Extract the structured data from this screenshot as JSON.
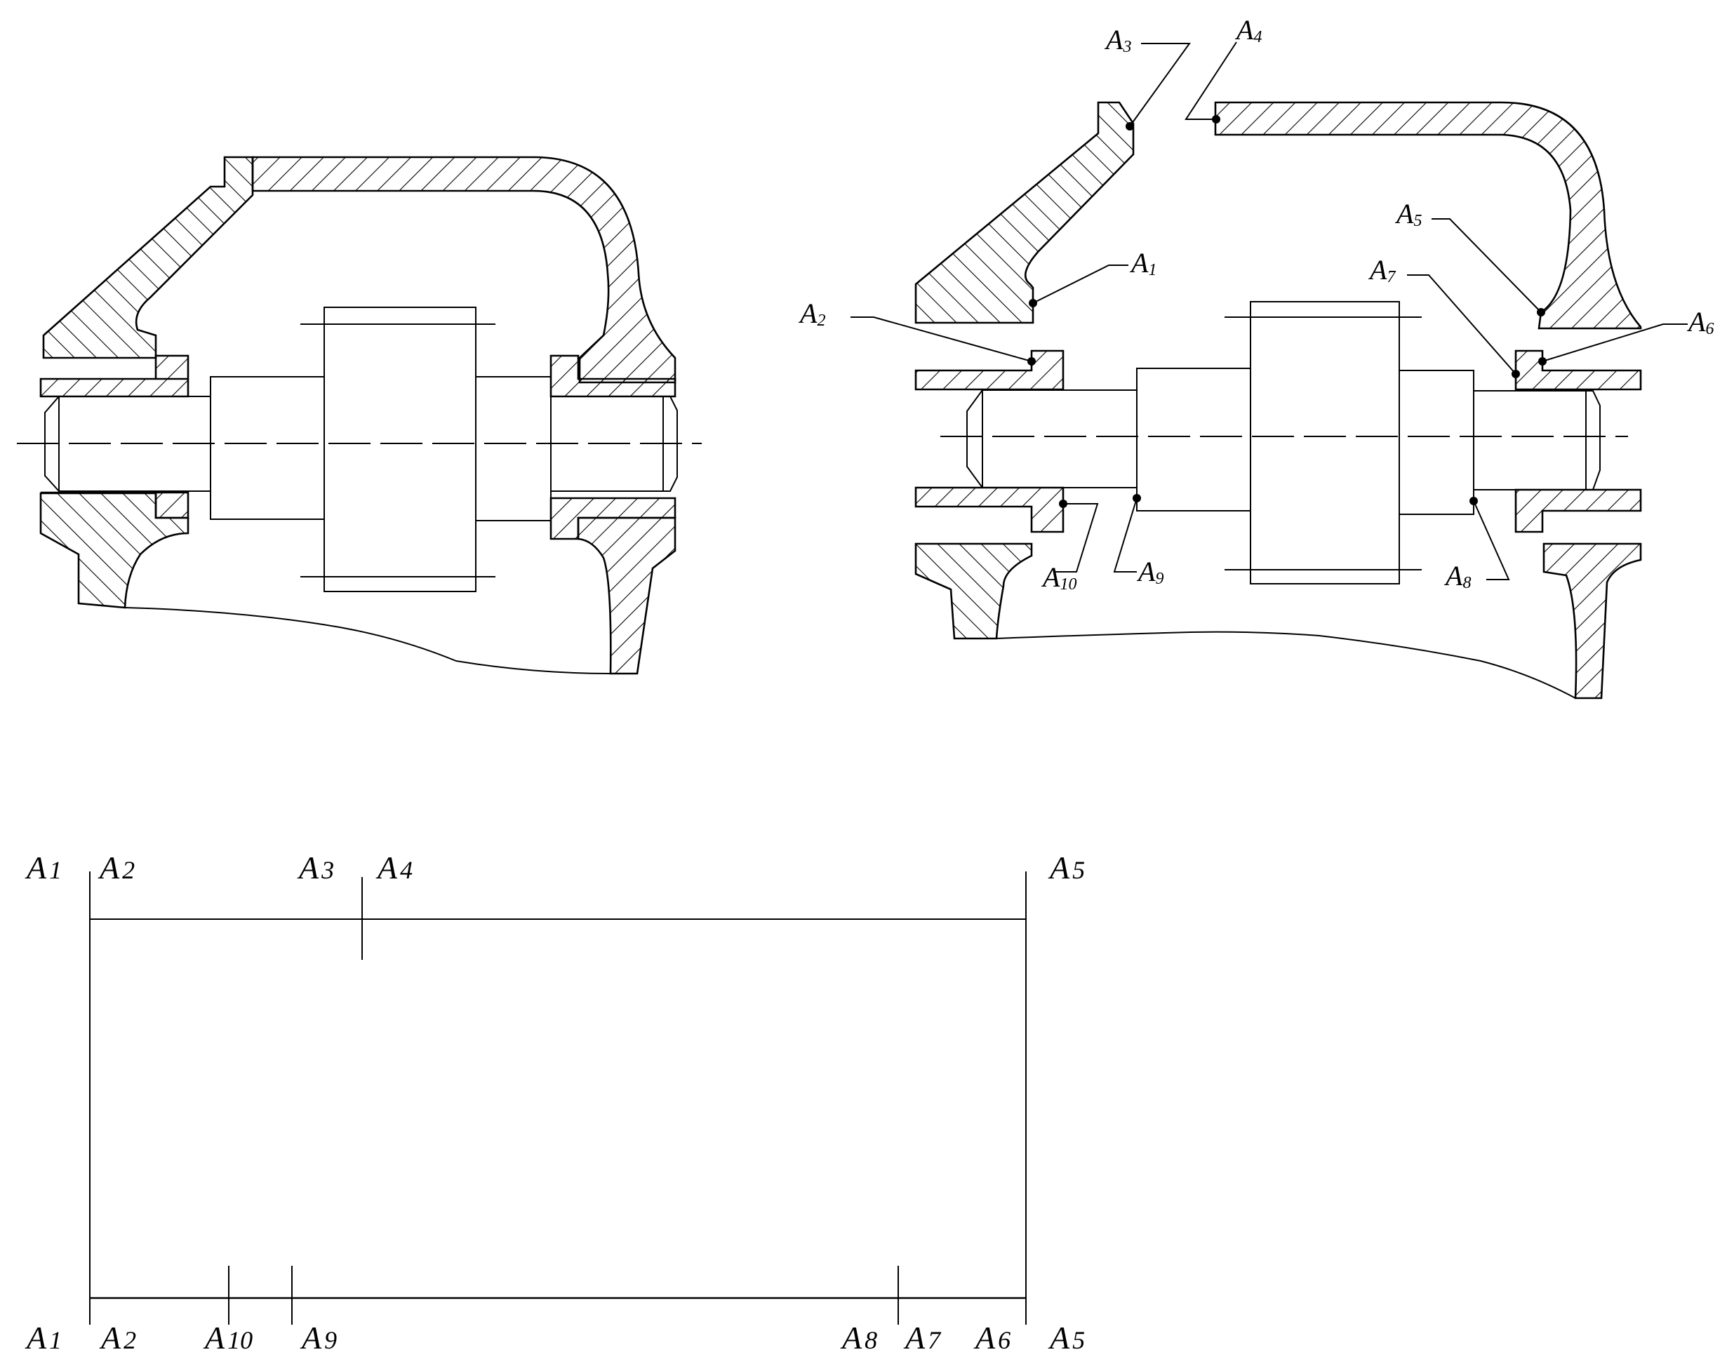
{
  "labels": {
    "A1": "A",
    "A1_sub": "1",
    "A2": "A",
    "A2_sub": "2",
    "A3": "A",
    "A3_sub": "3",
    "A4": "A",
    "A4_sub": "4",
    "A5": "A",
    "A5_sub": "5",
    "A6": "A",
    "A6_sub": "6",
    "A7": "A",
    "A7_sub": "7",
    "A8": "A",
    "A8_sub": "8",
    "A9": "A",
    "A9_sub": "9",
    "A10": "A",
    "A10_sub": "10"
  },
  "chain_top": [
    "A1",
    "A2",
    "A3",
    "A4",
    "A5"
  ],
  "chain_bottom": [
    "A1",
    "A2",
    "A10",
    "A9",
    "A8",
    "A7",
    "A6",
    "A5"
  ]
}
